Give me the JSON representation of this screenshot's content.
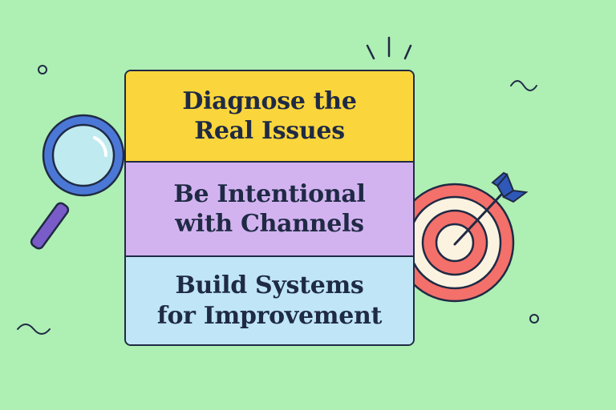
{
  "colors": {
    "background": "#aeefb4",
    "block1": "#fbd53c",
    "block2": "#d2b3f0",
    "block3": "#bfe5f7",
    "outline": "#1f2a44"
  },
  "blocks": [
    {
      "label": "Diagnose the\nReal Issues"
    },
    {
      "label": "Be Intentional\nwith Channels"
    },
    {
      "label": "Build Systems\nfor Improvement"
    }
  ],
  "icons": [
    "magnifying-glass-icon",
    "target-icon",
    "arrow-icon",
    "sparkle-lines",
    "squiggle",
    "circle-dot"
  ]
}
